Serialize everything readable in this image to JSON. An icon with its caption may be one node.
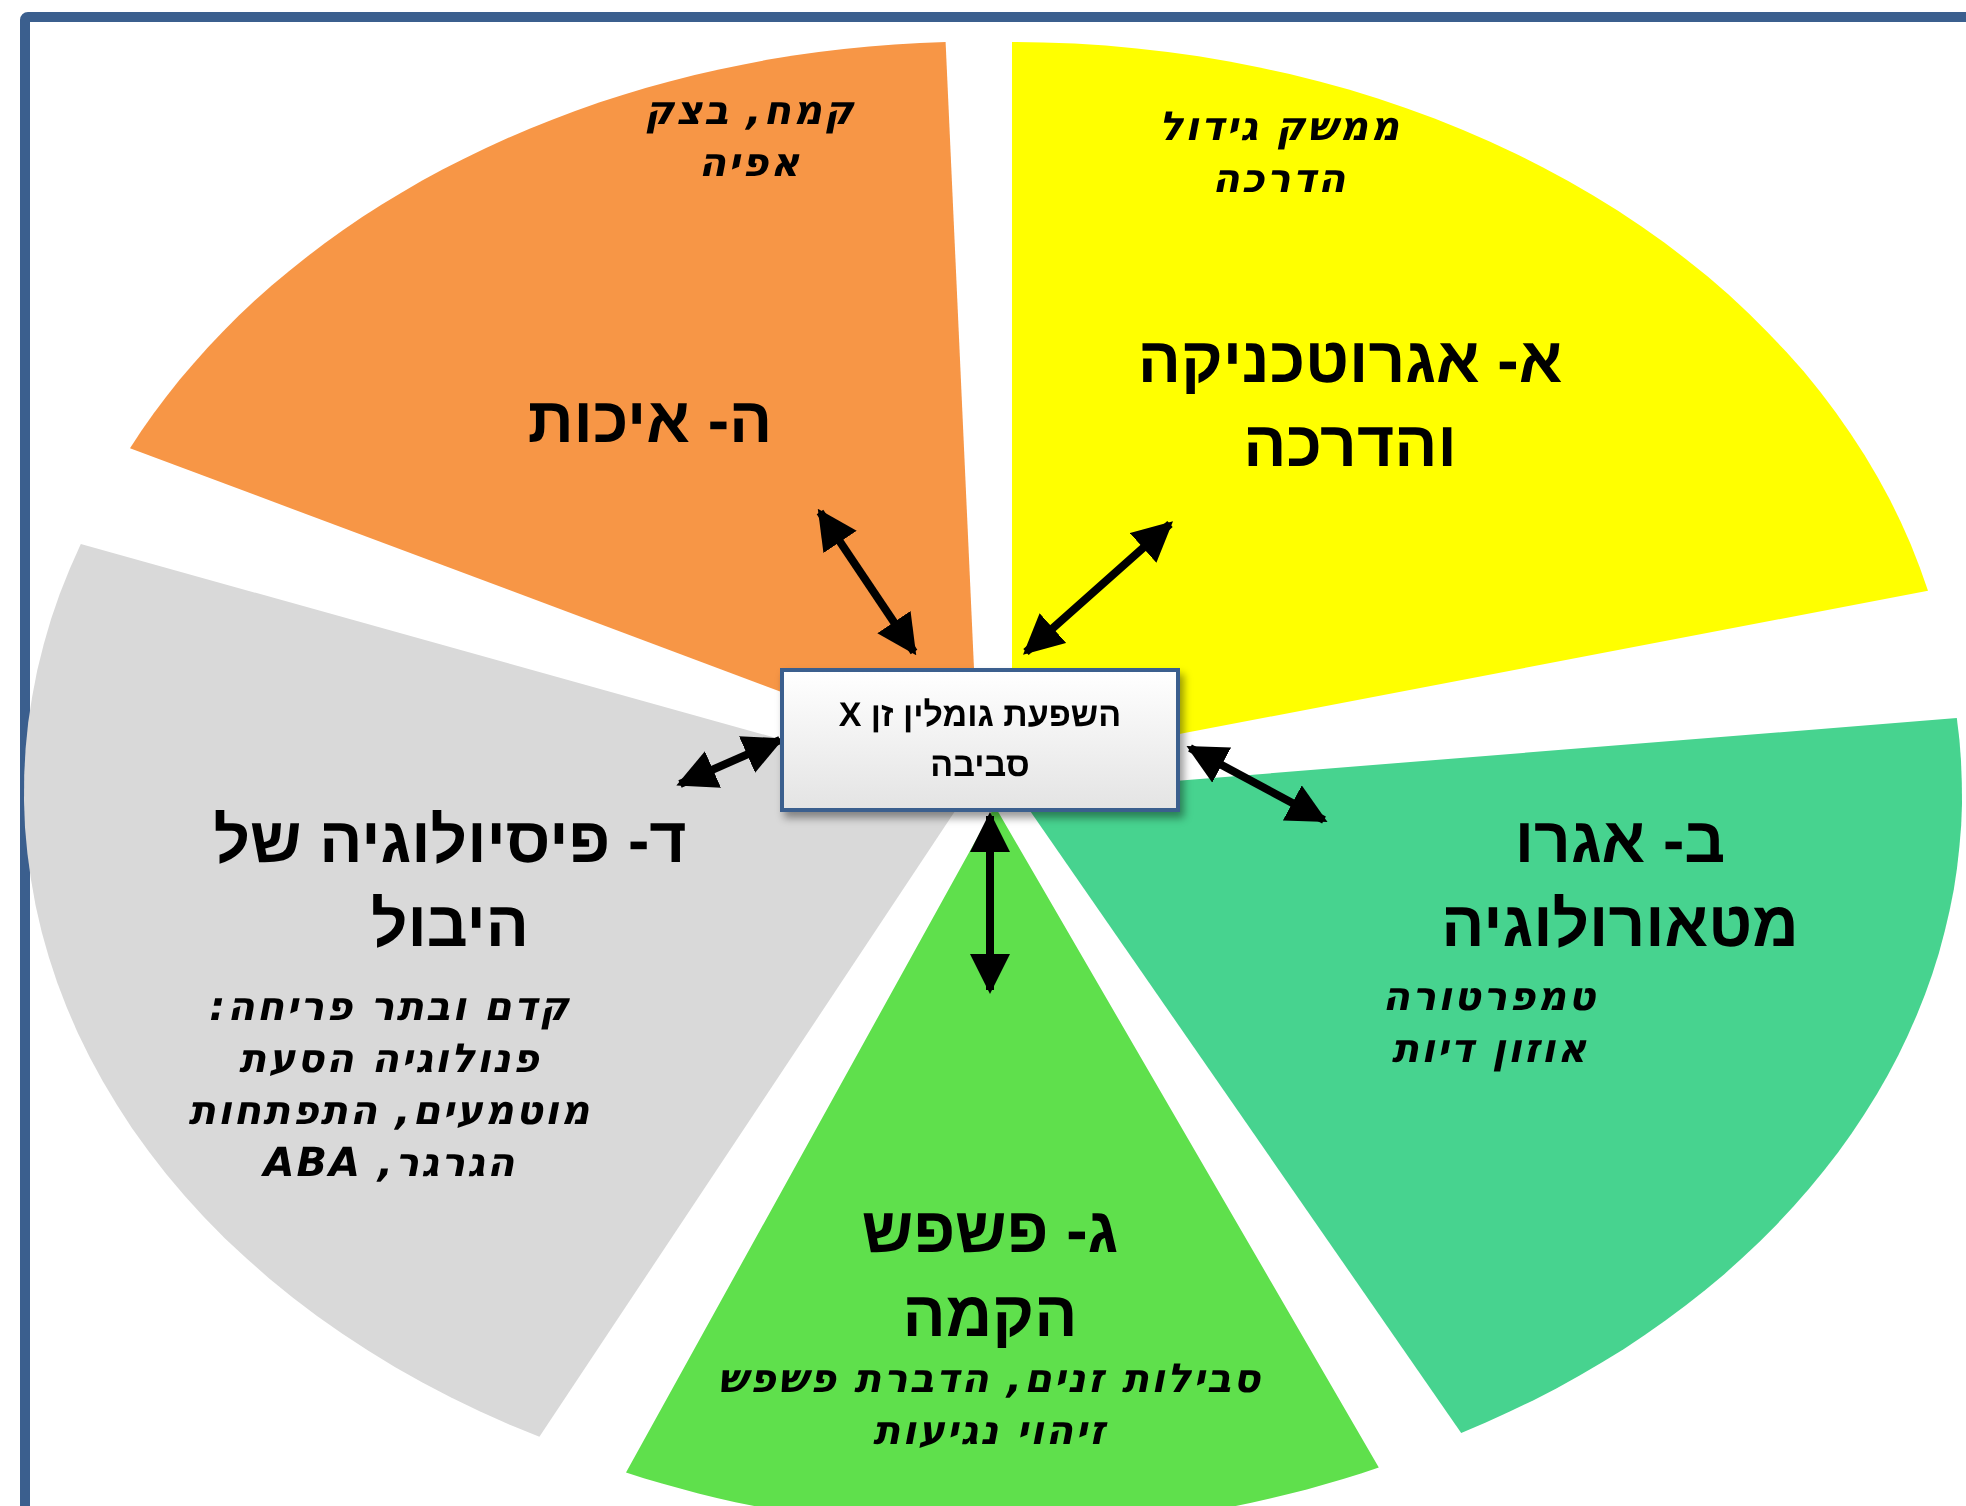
{
  "diagram": {
    "nodes": [
      {
        "text": [
          "ממשק גידול הדרכה",
          "א- אגרוטכניקה והדרכה"
        ]
      },
      {
        "text": [
          "ב- אגרו מטאורולוגיה",
          "טמפרטורה אוזון דיות"
        ]
      },
      {
        "text": [
          "ג- פשפש הקמה",
          "סבילות זנים, הדברת פשפש זיהוי נגיעות"
        ]
      },
      {
        "text": [
          "ד- פיסיולוגיה של היבול",
          "קדם ובתר פריחה: פנולוגיה הסעת מוטמעים, התפתחות הגרגר, ABA"
        ]
      },
      {
        "text": [
          "קמח, בצק אפיה",
          "ה- איכות"
        ]
      },
      {
        "text": [
          "השפעת גומלין זן X סביבה"
        ]
      }
    ],
    "edges": [
      {
        "from": 5,
        "to": 0,
        "arrow": "both"
      },
      {
        "from": 5,
        "to": 1,
        "arrow": "both"
      },
      {
        "from": 5,
        "to": 2,
        "arrow": "both"
      },
      {
        "from": 5,
        "to": 3,
        "arrow": "both"
      },
      {
        "from": 5,
        "to": 4,
        "arrow": "both"
      }
    ]
  }
}
